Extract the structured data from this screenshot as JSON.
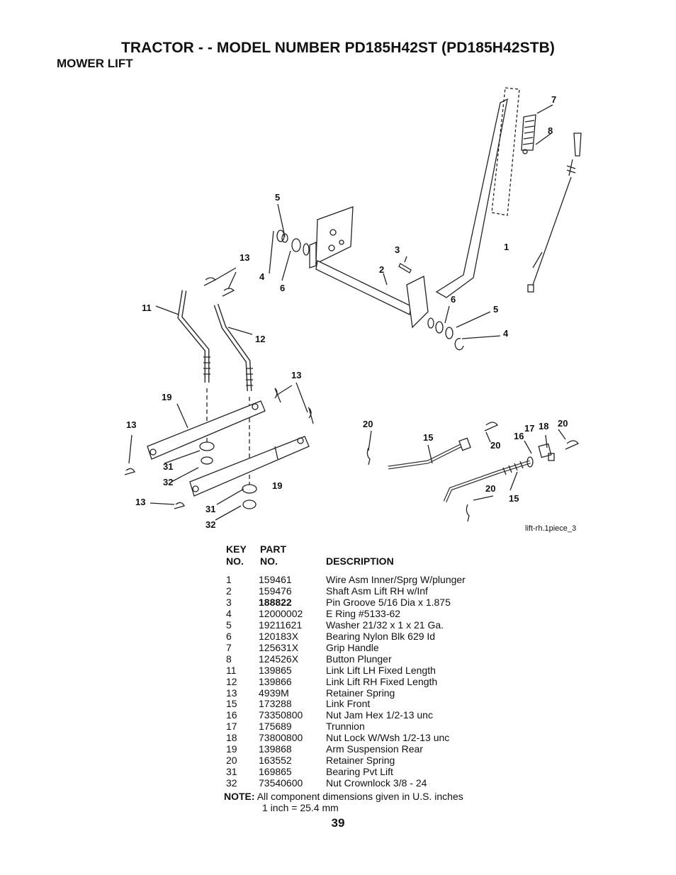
{
  "header": {
    "title": "TRACTOR - - MODEL NUMBER PD185H42ST (PD185H42STB)",
    "section": "MOWER LIFT"
  },
  "diagram": {
    "figure_id": "lift-rh.1piece_3",
    "callouts": [
      "7",
      "8",
      "5",
      "1",
      "3",
      "13",
      "4",
      "6",
      "2",
      "11",
      "12",
      "6",
      "5",
      "4",
      "13",
      "19",
      "13",
      "20",
      "17",
      "18",
      "20",
      "15",
      "16",
      "20",
      "31",
      "32",
      "19",
      "20",
      "15",
      "13",
      "31",
      "32"
    ]
  },
  "parts_table": {
    "headers": {
      "key_line1": "KEY",
      "key_line2": "NO.",
      "part_line1": "PART",
      "part_line2": "NO.",
      "description": "DESCRIPTION"
    },
    "rows": [
      {
        "key": "1",
        "part": "159461",
        "desc": "Wire Asm Inner/Sprg W/plunger"
      },
      {
        "key": "2",
        "part": "159476",
        "desc": "Shaft Asm Lift RH w/Inf"
      },
      {
        "key": "3",
        "part": "188822",
        "desc": "Pin Groove 5/16 Dia x 1.875"
      },
      {
        "key": "4",
        "part": "12000002",
        "desc": "E Ring #5133-62"
      },
      {
        "key": "5",
        "part": "19211621",
        "desc": "Washer 21/32 x 1 x 21 Ga."
      },
      {
        "key": "6",
        "part": "120183X",
        "desc": "Bearing Nylon Blk 629 Id"
      },
      {
        "key": "7",
        "part": "125631X",
        "desc": "Grip Handle"
      },
      {
        "key": "8",
        "part": "124526X",
        "desc": "Button Plunger"
      },
      {
        "key": "11",
        "part": "139865",
        "desc": "Link Lift LH Fixed Length"
      },
      {
        "key": "12",
        "part": "139866",
        "desc": "Link Lift RH Fixed Length"
      },
      {
        "key": "13",
        "part": "4939M",
        "desc": "Retainer Spring"
      },
      {
        "key": "15",
        "part": "173288",
        "desc": "Link Front"
      },
      {
        "key": "16",
        "part": "73350800",
        "desc": "Nut Jam Hex 1/2-13 unc"
      },
      {
        "key": "17",
        "part": "175689",
        "desc": "Trunnion"
      },
      {
        "key": "18",
        "part": "73800800",
        "desc": "Nut Lock W/Wsh 1/2-13 unc"
      },
      {
        "key": "19",
        "part": "139868",
        "desc": "Arm Suspension Rear"
      },
      {
        "key": "20",
        "part": "163552",
        "desc": "Retainer Spring"
      },
      {
        "key": "31",
        "part": "169865",
        "desc": "Bearing Pvt Lift"
      },
      {
        "key": "32",
        "part": "73540600",
        "desc": "Nut Crownlock 3/8 - 24"
      }
    ]
  },
  "note": {
    "label": "NOTE:",
    "line1": "All component dimensions given in U.S. inches",
    "line2": "1 inch = 25.4 mm"
  },
  "page_number": "39"
}
